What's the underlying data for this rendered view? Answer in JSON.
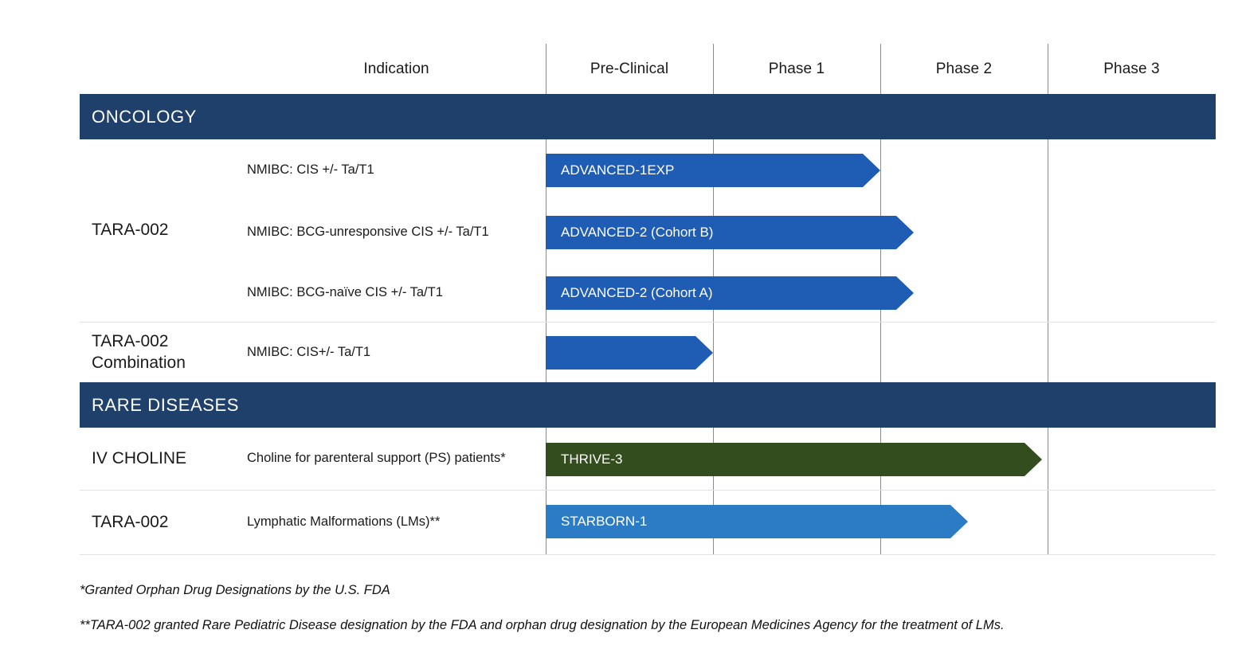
{
  "columns": {
    "indication_header": "Indication",
    "phases": [
      "Pre-Clinical",
      "Phase 1",
      "Phase 2",
      "Phase 3"
    ]
  },
  "colors": {
    "section_band": "#1e406b",
    "oncology_bar": "#1f5cb4",
    "choline_bar": "#334d1e",
    "starborn_bar": "#2b7cc4",
    "gridline": "#8c8c8c",
    "row_rule": "#e2e2e2"
  },
  "sections": [
    {
      "title": "ONCOLOGY",
      "groups": [
        {
          "asset": "TARA-002",
          "rows": [
            {
              "indication": "NMIBC: CIS +/- Ta/T1",
              "bar": {
                "label": "ADVANCED-1EXP",
                "color": "#1f5cb4",
                "start_phase": "Pre-Clinical",
                "end_phase": "Phase 1"
              }
            },
            {
              "indication": "NMIBC: BCG-unresponsive CIS +/- Ta/T1",
              "bar": {
                "label": "ADVANCED-2 (Cohort B)",
                "color": "#1f5cb4",
                "start_phase": "Pre-Clinical",
                "end_phase": "Phase 2"
              }
            },
            {
              "indication": "NMIBC: BCG-naïve CIS +/- Ta/T1",
              "bar": {
                "label": "ADVANCED-2 (Cohort A)",
                "color": "#1f5cb4",
                "start_phase": "Pre-Clinical",
                "end_phase": "Phase 2"
              }
            }
          ]
        },
        {
          "asset": "TARA-002 Combination",
          "rows": [
            {
              "indication": "NMIBC: CIS+/- Ta/T1",
              "bar": {
                "label": "",
                "color": "#1f5cb4",
                "start_phase": "Pre-Clinical",
                "end_phase": "Pre-Clinical"
              }
            }
          ]
        }
      ]
    },
    {
      "title": "RARE DISEASES",
      "groups": [
        {
          "asset": "IV CHOLINE",
          "rows": [
            {
              "indication": "Choline for parenteral support (PS) patients*",
              "bar": {
                "label": "THRIVE-3",
                "color": "#334d1e",
                "start_phase": "Pre-Clinical",
                "end_phase": "Phase 2"
              }
            }
          ]
        },
        {
          "asset": "TARA-002",
          "rows": [
            {
              "indication": "Lymphatic Malformations (LMs)**",
              "bar": {
                "label": "STARBORN-1",
                "color": "#2b7cc4",
                "start_phase": "Pre-Clinical",
                "end_phase": "Phase 2"
              }
            }
          ]
        }
      ]
    }
  ],
  "footnotes": [
    "*Granted Orphan Drug Designations by the U.S. FDA",
    "**TARA-002 granted Rare Pediatric Disease designation by the FDA and orphan drug designation by the European Medicines Agency for the treatment of LMs."
  ]
}
